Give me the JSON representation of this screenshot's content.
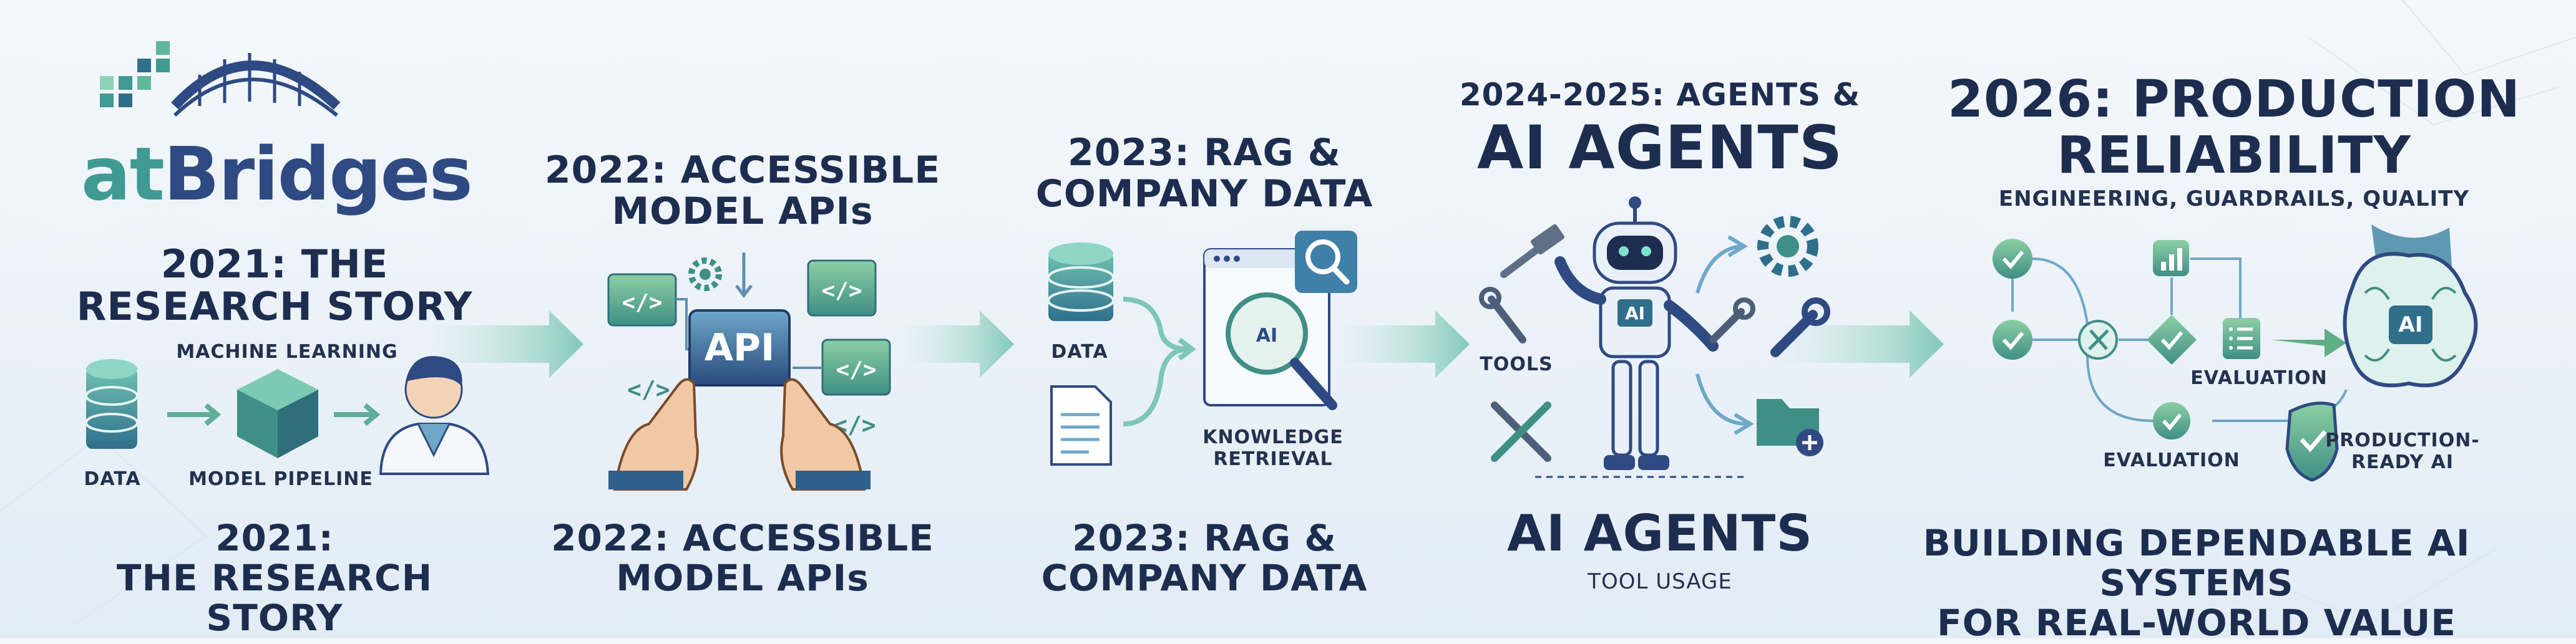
{
  "brand": {
    "logo_prefix": "at",
    "logo_suffix": "Bridges"
  },
  "stages": {
    "s2021": {
      "title_l1": "2021: THE",
      "title_l2": "RESEARCH STORY",
      "ml_label": "MACHINE LEARNING",
      "data_label": "DATA",
      "pipeline_label": "MODEL PIPELINE",
      "footer_l1": "2021:",
      "footer_l2": "THE RESEARCH STORY"
    },
    "s2022": {
      "title_l1": "2022: ACCESSIBLE",
      "title_l2": "MODEL APIs",
      "api_label": "API",
      "footer_l1": "2022: ACCESSIBLE",
      "footer_l2": "MODEL APIs"
    },
    "s2023": {
      "title_l1": "2023: RAG &",
      "title_l2": "COMPANY DATA",
      "data_label": "DATA",
      "ai_label": "AI",
      "retrieval_l1": "KNOWLEDGE",
      "retrieval_l2": "RETRIEVAL",
      "footer_l1": "2023: RAG &",
      "footer_l2": "COMPANY DATA"
    },
    "s2024": {
      "title_l1": "2024-2025: AGENTS &",
      "title_l2": "AI AGENTS",
      "tools_label": "TOOLS",
      "ai_label": "AI",
      "footer_l1": "AI AGENTS",
      "footer_l2": "TOOL USAGE"
    },
    "s2026": {
      "title_l1": "2026: PRODUCTION",
      "title_l2": "RELIABILITY",
      "subtitle": "ENGINEERING, GUARDRAILS, QUALITY",
      "eval_top": "EVALUATION",
      "eval_bottom": "EVALUATION",
      "ai_label": "AI",
      "ready_l1": "PRODUCTION-",
      "ready_l2": "READY AI",
      "footer_l1": "BUILDING DEPENDABLE AI SYSTEMS",
      "footer_l2": "FOR REAL-WORLD VALUE"
    }
  },
  "colors": {
    "navy": "#1d2d4f",
    "teal": "#3e9a92",
    "blue": "#2f4a82",
    "green": "#5fae86"
  }
}
